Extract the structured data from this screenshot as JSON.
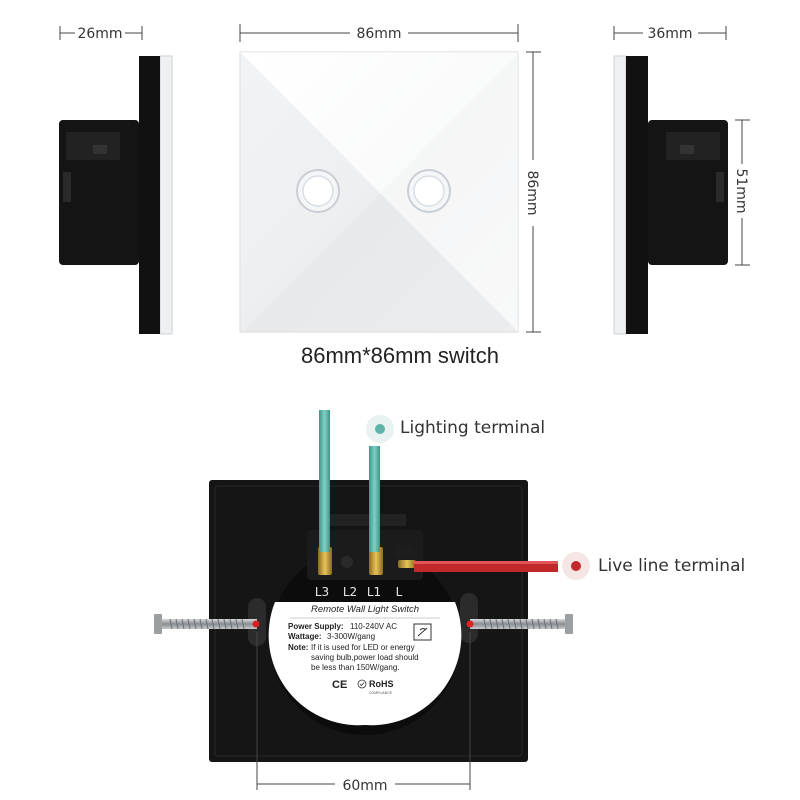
{
  "dimensions": {
    "side_left_depth": "26mm",
    "front_width": "86mm",
    "front_height": "86mm",
    "side_right_depth": "36mm",
    "side_right_height": "51mm",
    "screw_spacing": "60mm"
  },
  "caption": "86mm*86mm switch",
  "callouts": {
    "lighting_terminal": "Lighting terminal",
    "live_line_terminal": "Live line terminal",
    "lighting_color": "#5fb3a8",
    "live_color": "#c0282a"
  },
  "terminals": [
    "L3",
    "L2",
    "L1",
    "L"
  ],
  "label": {
    "title": "Remote Wall Light Switch",
    "power_supply_label": "Power Supply:",
    "power_supply_value": "110-240V  AC",
    "wattage_label": "Wattage:",
    "wattage_value": "3-300W/gang",
    "note_label": "Note:",
    "note_line1": "If it is used for LED or energy",
    "note_line2": "saving bulb,power load should",
    "note_line3": "be less than 150W/gang.",
    "ce_mark": "CE",
    "rohs_mark": "RoHS",
    "rohs_sub": "COMPLIANCE"
  }
}
